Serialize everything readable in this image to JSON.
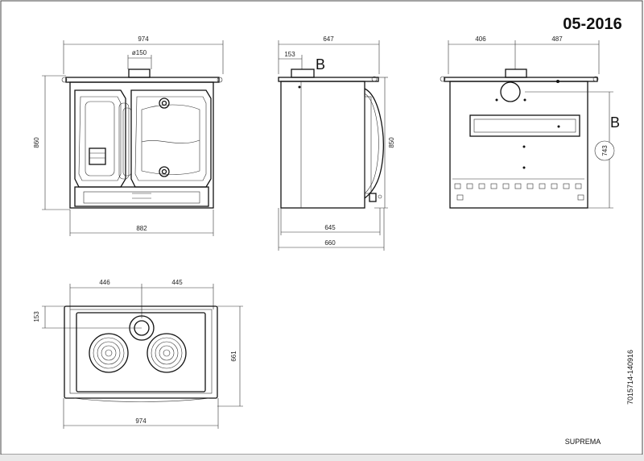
{
  "header": {
    "code": "05-2016"
  },
  "footer": {
    "model": "SUPREMA",
    "doc_number": "7015714-140916"
  },
  "front_view": {
    "overall_width": "974",
    "flue_diameter": "ø150",
    "height": "860",
    "base_width": "882"
  },
  "side_view": {
    "top_depth": "647",
    "flue_offset": "153",
    "label": "B",
    "height": "850",
    "body_depth": "645",
    "overall_depth": "660"
  },
  "rear_view": {
    "flue_left": "406",
    "flue_right": "487",
    "label": "B",
    "flue_height": "743"
  },
  "top_view": {
    "flue_left": "446",
    "flue_right": "445",
    "flue_offset": "153",
    "depth": "661",
    "overall_width": "974"
  }
}
